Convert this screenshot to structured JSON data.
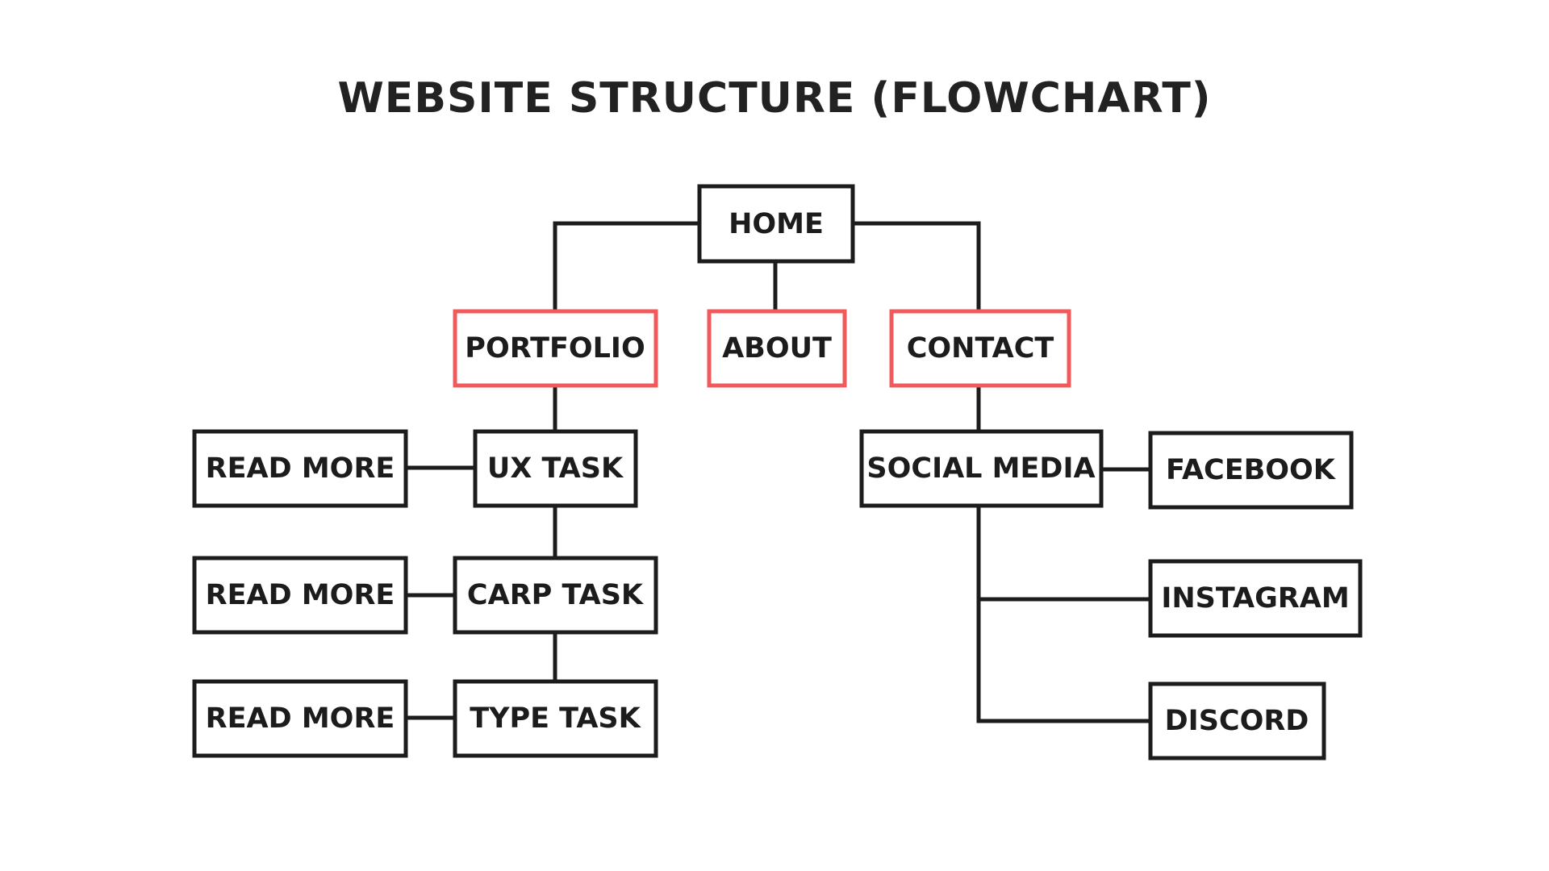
{
  "title": "WEBSITE STRUCTURE (FLOWCHART)",
  "colors": {
    "ink": "#1c1c1c",
    "highlight": "#f05a5b",
    "background": "#ffffff"
  },
  "nodes": {
    "home": "HOME",
    "portfolio": "PORTFOLIO",
    "about": "ABOUT",
    "contact": "CONTACT",
    "ux_task": "UX TASK",
    "carp_task": "CARP TASK",
    "type_task": "TYPE TASK",
    "read_more_ux": "READ MORE",
    "read_more_carp": "READ MORE",
    "read_more_type": "READ MORE",
    "social_media": "SOCIAL MEDIA",
    "facebook": "FACEBOOK",
    "instagram": "INSTAGRAM",
    "discord": "DISCORD"
  },
  "highlighted_nodes": [
    "portfolio",
    "about",
    "contact"
  ],
  "edges": [
    [
      "home",
      "portfolio"
    ],
    [
      "home",
      "about"
    ],
    [
      "home",
      "contact"
    ],
    [
      "portfolio",
      "ux_task"
    ],
    [
      "ux_task",
      "read_more_ux"
    ],
    [
      "ux_task",
      "carp_task"
    ],
    [
      "carp_task",
      "read_more_carp"
    ],
    [
      "carp_task",
      "type_task"
    ],
    [
      "type_task",
      "read_more_type"
    ],
    [
      "contact",
      "social_media"
    ],
    [
      "social_media",
      "facebook"
    ],
    [
      "social_media",
      "instagram"
    ],
    [
      "social_media",
      "discord"
    ]
  ]
}
